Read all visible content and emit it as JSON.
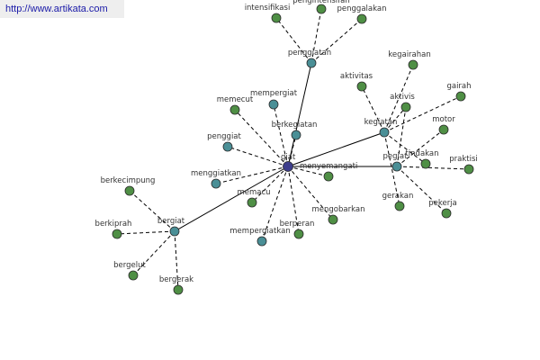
{
  "watermark": "http://www.artikata.com",
  "colors": {
    "center": "#3d3d8c",
    "hub": "#4a8f96",
    "leaf": "#4f8f45"
  },
  "nodes": [
    {
      "id": "giat",
      "label": "giat",
      "kind": "center"
    },
    {
      "id": "penggiatan",
      "label": "penggiatan",
      "kind": "hub"
    },
    {
      "id": "kegiatan",
      "label": "kegiatan",
      "kind": "hub"
    },
    {
      "id": "pegiat",
      "label": "pegiat",
      "kind": "hub"
    },
    {
      "id": "bergiat",
      "label": "bergiat",
      "kind": "hub"
    },
    {
      "id": "mempergiat",
      "label": "mempergiat",
      "kind": "hub"
    },
    {
      "id": "berkegiatan",
      "label": "berkegiatan",
      "kind": "hub"
    },
    {
      "id": "penggiat",
      "label": "penggiat",
      "kind": "hub"
    },
    {
      "id": "menggiatkan",
      "label": "menggiatkan",
      "kind": "hub"
    },
    {
      "id": "mempergiatkan",
      "label": "mempergiatkan",
      "kind": "hub"
    },
    {
      "id": "intensifikasi",
      "label": "intensifikasi",
      "kind": "leaf"
    },
    {
      "id": "pengintensifan",
      "label": "pengintensifan",
      "kind": "leaf"
    },
    {
      "id": "penggalakan",
      "label": "penggalakan",
      "kind": "leaf"
    },
    {
      "id": "kegairahan",
      "label": "kegairahan",
      "kind": "leaf"
    },
    {
      "id": "aktivitas",
      "label": "aktivitas",
      "kind": "leaf"
    },
    {
      "id": "aktivis",
      "label": "aktivis",
      "kind": "leaf"
    },
    {
      "id": "gairah",
      "label": "gairah",
      "kind": "leaf"
    },
    {
      "id": "motor",
      "label": "motor",
      "kind": "leaf"
    },
    {
      "id": "tindakan",
      "label": "tindakan",
      "kind": "leaf"
    },
    {
      "id": "praktisi",
      "label": "praktisi",
      "kind": "leaf"
    },
    {
      "id": "gerakan",
      "label": "gerakan",
      "kind": "leaf"
    },
    {
      "id": "pekerja",
      "label": "pekerja",
      "kind": "leaf"
    },
    {
      "id": "memecut",
      "label": "memecut",
      "kind": "leaf"
    },
    {
      "id": "menyemangati",
      "label": "menyemangati",
      "kind": "leaf"
    },
    {
      "id": "memacu",
      "label": "memacu",
      "kind": "leaf"
    },
    {
      "id": "mengobarkan",
      "label": "mengobarkan",
      "kind": "leaf"
    },
    {
      "id": "berperan",
      "label": "berperan",
      "kind": "leaf"
    },
    {
      "id": "berkecimpung",
      "label": "berkecimpung",
      "kind": "leaf"
    },
    {
      "id": "berkiprah",
      "label": "berkiprah",
      "kind": "leaf"
    },
    {
      "id": "bergelut",
      "label": "bergelut",
      "kind": "leaf"
    },
    {
      "id": "bergerak",
      "label": "bergerak",
      "kind": "leaf"
    }
  ],
  "edges": [
    {
      "from": "giat",
      "to": "penggiatan",
      "style": "solid"
    },
    {
      "from": "giat",
      "to": "kegiatan",
      "style": "solid"
    },
    {
      "from": "giat",
      "to": "pegiat",
      "style": "solid"
    },
    {
      "from": "giat",
      "to": "bergiat",
      "style": "solid"
    },
    {
      "from": "giat",
      "to": "mempergiat",
      "style": "dashed"
    },
    {
      "from": "giat",
      "to": "berkegiatan",
      "style": "dashed"
    },
    {
      "from": "giat",
      "to": "penggiat",
      "style": "dashed"
    },
    {
      "from": "giat",
      "to": "menggiatkan",
      "style": "dashed"
    },
    {
      "from": "giat",
      "to": "mempergiatkan",
      "style": "dashed"
    },
    {
      "from": "giat",
      "to": "memecut",
      "style": "dashed"
    },
    {
      "from": "giat",
      "to": "menyemangati",
      "style": "dashed"
    },
    {
      "from": "giat",
      "to": "memacu",
      "style": "dashed"
    },
    {
      "from": "giat",
      "to": "mengobarkan",
      "style": "dashed"
    },
    {
      "from": "giat",
      "to": "berperan",
      "style": "dashed"
    },
    {
      "from": "penggiatan",
      "to": "intensifikasi",
      "style": "dashed"
    },
    {
      "from": "penggiatan",
      "to": "pengintensifan",
      "style": "dashed"
    },
    {
      "from": "penggiatan",
      "to": "penggalakan",
      "style": "dashed"
    },
    {
      "from": "kegiatan",
      "to": "kegairahan",
      "style": "dashed"
    },
    {
      "from": "kegiatan",
      "to": "aktivitas",
      "style": "dashed"
    },
    {
      "from": "kegiatan",
      "to": "aktivis",
      "style": "dashed"
    },
    {
      "from": "kegiatan",
      "to": "gairah",
      "style": "dashed"
    },
    {
      "from": "kegiatan",
      "to": "tindakan",
      "style": "dashed"
    },
    {
      "from": "kegiatan",
      "to": "gerakan",
      "style": "dashed"
    },
    {
      "from": "pegiat",
      "to": "motor",
      "style": "dashed"
    },
    {
      "from": "pegiat",
      "to": "praktisi",
      "style": "dashed"
    },
    {
      "from": "pegiat",
      "to": "pekerja",
      "style": "dashed"
    },
    {
      "from": "pegiat",
      "to": "aktivis",
      "style": "dashed"
    },
    {
      "from": "bergiat",
      "to": "berkecimpung",
      "style": "dashed"
    },
    {
      "from": "bergiat",
      "to": "berkiprah",
      "style": "dashed"
    },
    {
      "from": "bergiat",
      "to": "bergelut",
      "style": "dashed"
    },
    {
      "from": "bergiat",
      "to": "bergerak",
      "style": "dashed"
    }
  ]
}
